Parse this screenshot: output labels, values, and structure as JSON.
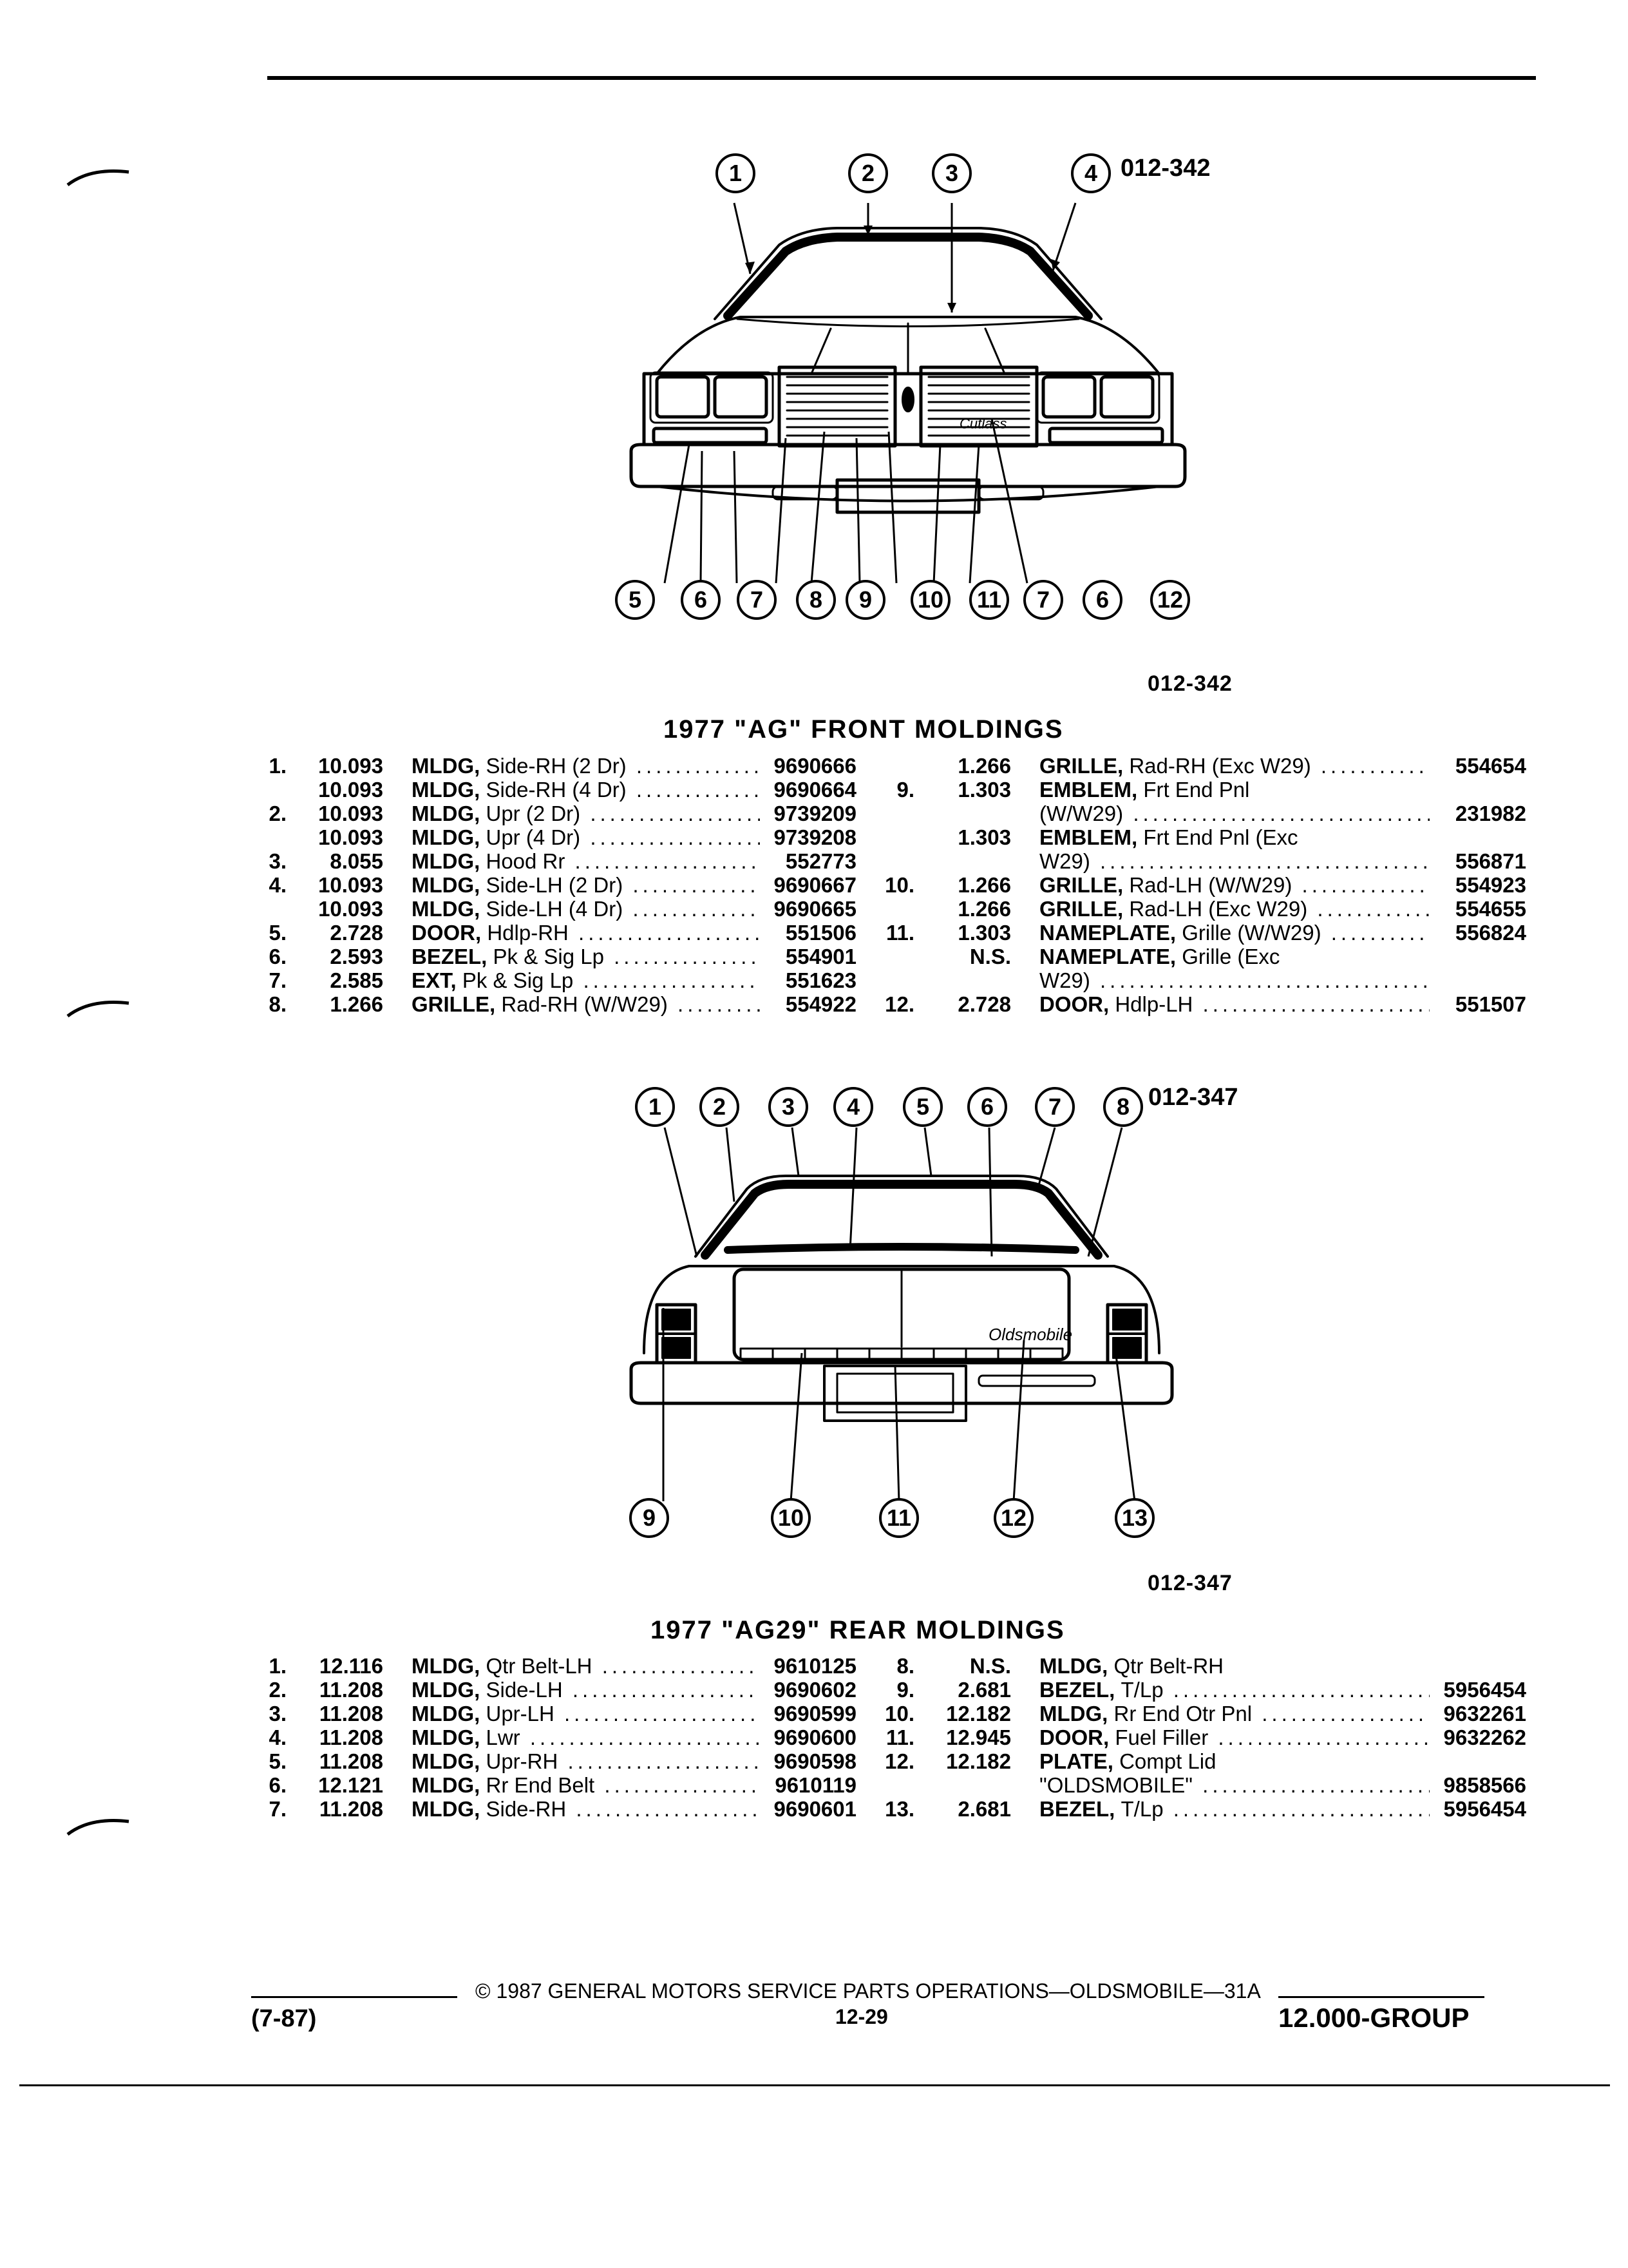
{
  "front_figure": {
    "code": "012-342",
    "caption": "012-342",
    "callouts_top": [
      "1",
      "2",
      "3",
      "4"
    ],
    "callouts_bottom": [
      "5",
      "6",
      "7",
      "8",
      "9",
      "10",
      "11",
      "7",
      "6",
      "12"
    ]
  },
  "front_title": "1977 \"AG\" FRONT MOLDINGS",
  "front_parts_left": [
    {
      "item": "1.",
      "group": "10.093",
      "kw": "MLDG,",
      "desc": "Side-RH (2 Dr)",
      "part": "9690666"
    },
    {
      "item": "",
      "group": "10.093",
      "kw": "MLDG,",
      "desc": "Side-RH (4 Dr)",
      "part": "9690664"
    },
    {
      "item": "2.",
      "group": "10.093",
      "kw": "MLDG,",
      "desc": "Upr (2 Dr)",
      "part": "9739209"
    },
    {
      "item": "",
      "group": "10.093",
      "kw": "MLDG,",
      "desc": "Upr (4 Dr)",
      "part": "9739208"
    },
    {
      "item": "3.",
      "group": "8.055",
      "kw": "MLDG,",
      "desc": "Hood Rr",
      "part": "552773"
    },
    {
      "item": "4.",
      "group": "10.093",
      "kw": "MLDG,",
      "desc": "Side-LH (2 Dr)",
      "part": "9690667"
    },
    {
      "item": "",
      "group": "10.093",
      "kw": "MLDG,",
      "desc": "Side-LH (4 Dr)",
      "part": "9690665"
    },
    {
      "item": "5.",
      "group": "2.728",
      "kw": "DOOR,",
      "desc": "Hdlp-RH",
      "part": "551506"
    },
    {
      "item": "6.",
      "group": "2.593",
      "kw": "BEZEL,",
      "desc": "Pk & Sig Lp",
      "part": "554901"
    },
    {
      "item": "7.",
      "group": "2.585",
      "kw": "EXT,",
      "desc": "Pk & Sig Lp",
      "part": "551623"
    },
    {
      "item": "8.",
      "group": "1.266",
      "kw": "GRILLE,",
      "desc": "Rad-RH (W/W29)",
      "part": "554922"
    }
  ],
  "front_parts_right": [
    {
      "item": "",
      "group": "1.266",
      "kw": "GRILLE,",
      "desc": "Rad-RH (Exc W29)",
      "part": "554654"
    },
    {
      "item": "9.",
      "group": "1.303",
      "kw": "EMBLEM,",
      "desc": "Frt End Pnl",
      "part": ""
    },
    {
      "item": "",
      "group": "",
      "kw": "",
      "desc": "(W/W29)",
      "part": "231982"
    },
    {
      "item": "",
      "group": "1.303",
      "kw": "EMBLEM,",
      "desc": "Frt End Pnl (Exc",
      "part": ""
    },
    {
      "item": "",
      "group": "",
      "kw": "",
      "desc": "W29)",
      "part": "556871"
    },
    {
      "item": "10.",
      "group": "1.266",
      "kw": "GRILLE,",
      "desc": "Rad-LH (W/W29)",
      "part": "554923"
    },
    {
      "item": "",
      "group": "1.266",
      "kw": "GRILLE,",
      "desc": "Rad-LH (Exc W29)",
      "part": "554655"
    },
    {
      "item": "11.",
      "group": "1.303",
      "kw": "NAMEPLATE,",
      "desc": "Grille (W/W29)",
      "part": "556824"
    },
    {
      "item": "",
      "group": "N.S.",
      "kw": "NAMEPLATE,",
      "desc": "Grille (Exc",
      "part": ""
    },
    {
      "item": "",
      "group": "",
      "kw": "",
      "desc": "W29)",
      "part": ""
    },
    {
      "item": "12.",
      "group": "2.728",
      "kw": "DOOR,",
      "desc": "Hdlp-LH",
      "part": "551507"
    }
  ],
  "rear_figure": {
    "code": "012-347",
    "caption": "012-347",
    "callouts_top": [
      "1",
      "2",
      "3",
      "4",
      "5",
      "6",
      "7",
      "8"
    ],
    "callouts_bottom": [
      "9",
      "10",
      "11",
      "12",
      "13"
    ],
    "script_badge": "Oldsmobile"
  },
  "rear_title": "1977 \"AG29\" REAR MOLDINGS",
  "rear_parts_left": [
    {
      "item": "1.",
      "group": "12.116",
      "kw": "MLDG,",
      "desc": "Qtr Belt-LH",
      "part": "9610125"
    },
    {
      "item": "2.",
      "group": "11.208",
      "kw": "MLDG,",
      "desc": "Side-LH",
      "part": "9690602"
    },
    {
      "item": "3.",
      "group": "11.208",
      "kw": "MLDG,",
      "desc": "Upr-LH",
      "part": "9690599"
    },
    {
      "item": "4.",
      "group": "11.208",
      "kw": "MLDG,",
      "desc": "Lwr",
      "part": "9690600"
    },
    {
      "item": "5.",
      "group": "11.208",
      "kw": "MLDG,",
      "desc": "Upr-RH",
      "part": "9690598"
    },
    {
      "item": "6.",
      "group": "12.121",
      "kw": "MLDG,",
      "desc": "Rr End Belt",
      "part": "9610119"
    },
    {
      "item": "7.",
      "group": "11.208",
      "kw": "MLDG,",
      "desc": "Side-RH",
      "part": "9690601"
    }
  ],
  "rear_parts_right": [
    {
      "item": "8.",
      "group": "N.S.",
      "kw": "MLDG,",
      "desc": "Qtr Belt-RH",
      "part": ""
    },
    {
      "item": "9.",
      "group": "2.681",
      "kw": "BEZEL,",
      "desc": "T/Lp",
      "part": "5956454"
    },
    {
      "item": "10.",
      "group": "12.182",
      "kw": "MLDG,",
      "desc": "Rr End Otr Pnl",
      "part": "9632261"
    },
    {
      "item": "11.",
      "group": "12.945",
      "kw": "DOOR,",
      "desc": "Fuel Filler",
      "part": "9632262"
    },
    {
      "item": "12.",
      "group": "12.182",
      "kw": "PLATE,",
      "desc": "Compt Lid",
      "part": ""
    },
    {
      "item": "",
      "group": "",
      "kw": "",
      "desc": "\"OLDSMOBILE\"",
      "part": "9858566"
    },
    {
      "item": "13.",
      "group": "2.681",
      "kw": "BEZEL,",
      "desc": "T/Lp",
      "part": "5956454"
    }
  ],
  "footer": {
    "date": "(7-87)",
    "copyright": "© 1987 GENERAL MOTORS SERVICE PARTS OPERATIONS—OLDSMOBILE—31A",
    "page": "12-29",
    "group": "12.000-GROUP"
  }
}
